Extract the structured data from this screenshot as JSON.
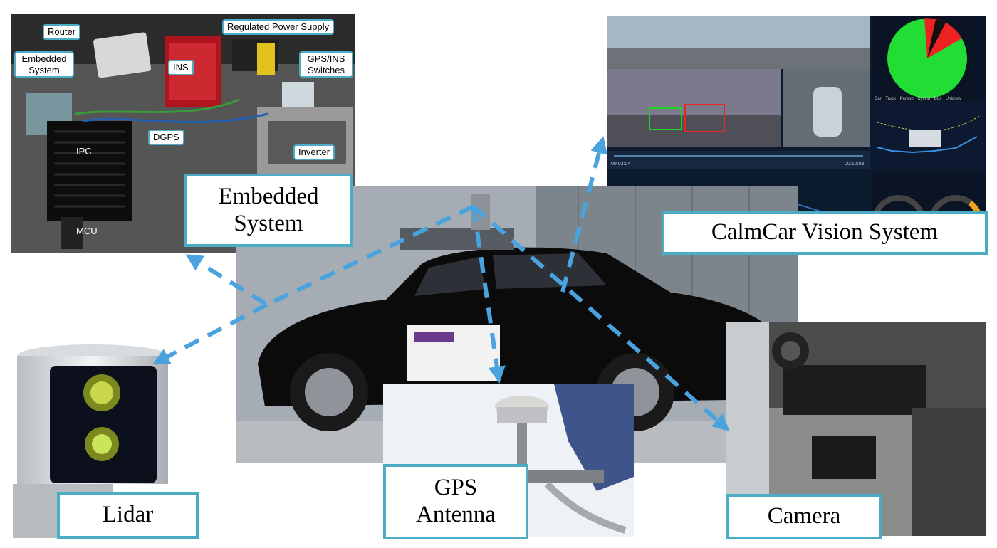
{
  "labels": {
    "embedded": "Embedded System",
    "calmcar": "CalmCar Vision System",
    "lidar": "Lidar",
    "gps": "GPS Antenna",
    "camera": "Camera"
  },
  "embedded_callouts": {
    "router": "Router",
    "regulated_power_supply": "Regulated Power Supply",
    "embedded_system": "Embedded System",
    "ins": "INS",
    "gps_ins_switches": "GPS/INS Switches",
    "dgps": "DGPS",
    "ipc": "IPC",
    "inverter": "Inverter",
    "mcu": "MCU"
  },
  "calmcar_screen": {
    "legend": [
      "Car",
      "Truck",
      "Person",
      "Cyclist",
      "Bus",
      "Unknow"
    ],
    "time_start": "00:03:04",
    "time_end": "00:12:03"
  },
  "colors": {
    "accent": "#4bacc6",
    "arrow": "#4aa3df",
    "pie_green": "#22dd33",
    "pie_red": "#ee2222"
  }
}
